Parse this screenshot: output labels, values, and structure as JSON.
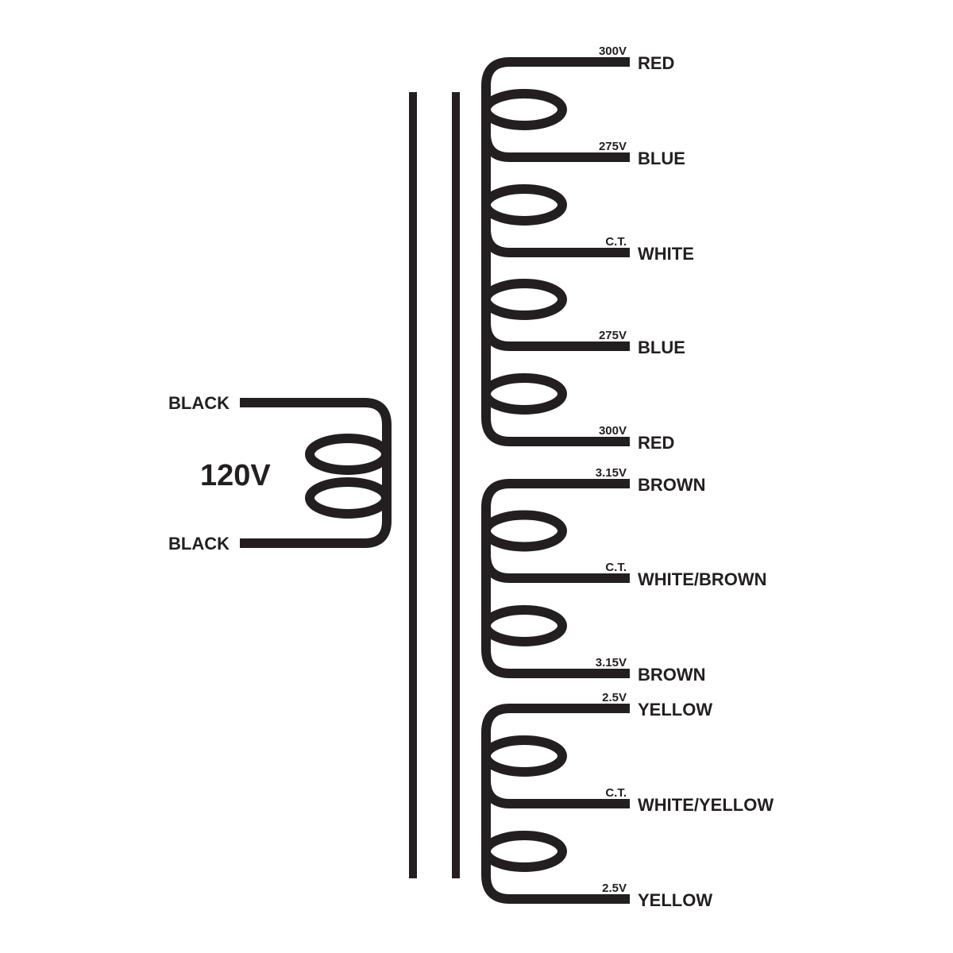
{
  "primary": {
    "voltage": "120V",
    "leads": [
      "BLACK",
      "BLACK"
    ]
  },
  "secondaries": [
    {
      "taps": [
        {
          "voltage": "300V",
          "color": "RED"
        },
        {
          "voltage": "275V",
          "color": "BLUE"
        },
        {
          "voltage": "C.T.",
          "color": "WHITE"
        },
        {
          "voltage": "275V",
          "color": "BLUE"
        },
        {
          "voltage": "300V",
          "color": "RED"
        }
      ]
    },
    {
      "taps": [
        {
          "voltage": "3.15V",
          "color": "BROWN"
        },
        {
          "voltage": "C.T.",
          "color": "WHITE/BROWN"
        },
        {
          "voltage": "3.15V",
          "color": "BROWN"
        }
      ]
    },
    {
      "taps": [
        {
          "voltage": "2.5V",
          "color": "YELLOW"
        },
        {
          "voltage": "C.T.",
          "color": "WHITE/YELLOW"
        },
        {
          "voltage": "2.5V",
          "color": "YELLOW"
        }
      ]
    }
  ],
  "colors": {
    "ink": "#231f20"
  }
}
